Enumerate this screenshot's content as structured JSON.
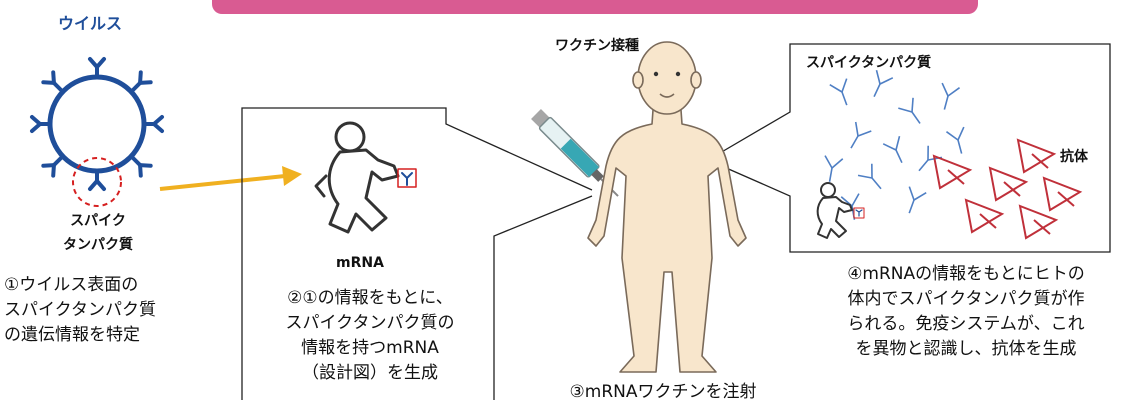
{
  "virus_label": "ウイルス",
  "spike_label_line1": "スパイク",
  "spike_label_line2": "タンパク質",
  "step1_lines": [
    "①ウイルス表面の",
    "スパイクタンパク質",
    "の遺伝情報を特定"
  ],
  "mrna_label": "mRNA",
  "step2_lines": [
    "②①の情報をもとに、",
    "スパイクタンパク質の",
    "情報を持つmRNA",
    "（設計図）を生成"
  ],
  "vaccination_label": "ワクチン接種",
  "step3_text": "③mRNAワクチンを注射",
  "spike_protein_label": "スパイクタンパク質",
  "antibody_label": "抗体",
  "step4_lines": [
    "④mRNAの情報をもとにヒトの",
    "体内でスパイクタンパク質が作",
    "られる。免疫システムが、これ",
    "を異物と認識し、抗体を生成"
  ],
  "colors": {
    "banner": "#d95b92",
    "virus": "#1f4e9a",
    "arrow": "#f0b020",
    "highlight_circle": "#d62020",
    "skin": "#f8e6cc",
    "antibody_blue": "#4f7fc4",
    "spike_red": "#c0303a"
  }
}
